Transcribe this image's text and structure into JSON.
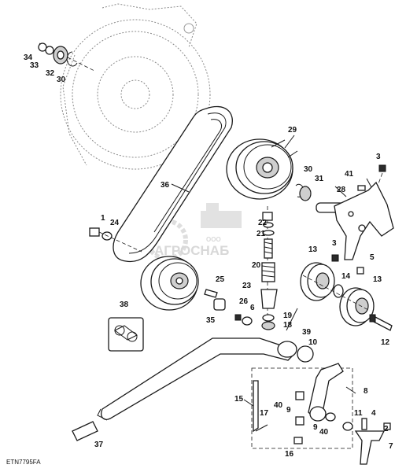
{
  "diagram": {
    "figure_code": "ETN7795FA",
    "watermark": {
      "small_text": "ООО",
      "brand_text": "АГРОСНАБ"
    },
    "callouts": [
      "1",
      "2",
      "3",
      "3",
      "4",
      "5",
      "6",
      "7",
      "8",
      "9",
      "9",
      "10",
      "11",
      "12",
      "13",
      "13",
      "14",
      "15",
      "16",
      "17",
      "18",
      "19",
      "20",
      "21",
      "22",
      "23",
      "24",
      "25",
      "26",
      "28",
      "29",
      "30",
      "30",
      "31",
      "32",
      "33",
      "34",
      "35",
      "36",
      "37",
      "38",
      "39",
      "40",
      "40",
      "41"
    ]
  }
}
